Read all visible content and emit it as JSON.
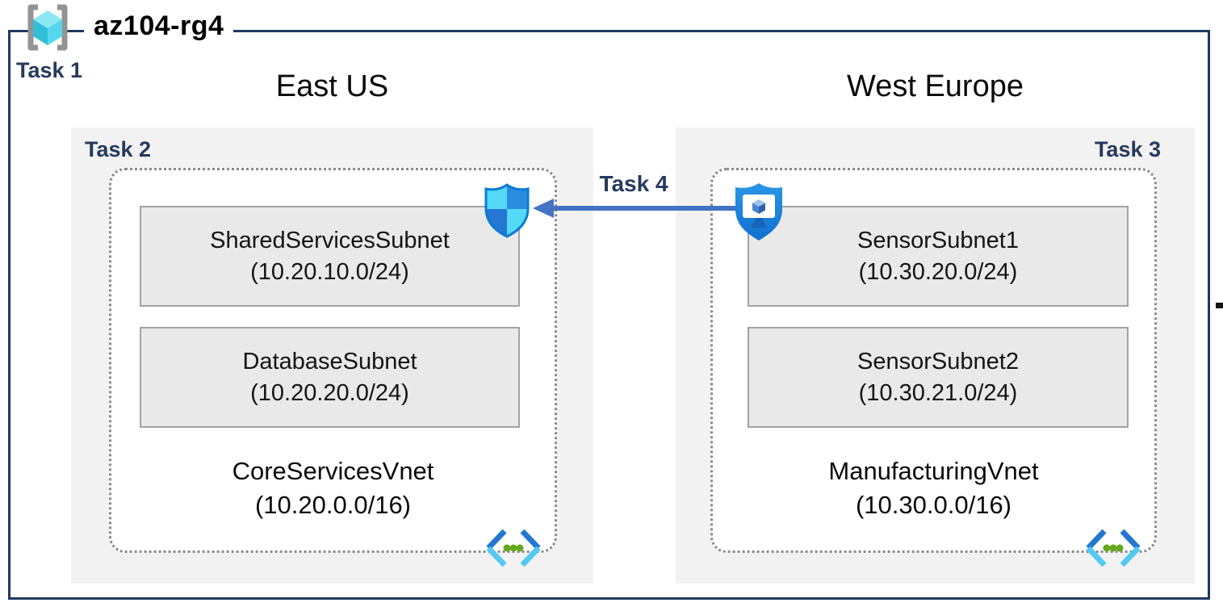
{
  "title": {
    "resource_group": "az104-rg4",
    "task_label": "Task 1"
  },
  "regions": [
    {
      "name": "East US",
      "task_label": "Task 2",
      "vnet": {
        "name": "CoreServicesVnet",
        "cidr": "(10.20.0.0/16)"
      },
      "subnets": [
        {
          "name": "SharedServicesSubnet",
          "cidr": "(10.20.10.0/24)"
        },
        {
          "name": "DatabaseSubnet",
          "cidr": "(10.20.20.0/24)"
        }
      ]
    },
    {
      "name": "West Europe",
      "task_label": "Task 3",
      "vnet": {
        "name": "ManufacturingVnet",
        "cidr": "(10.30.0.0/16)"
      },
      "subnets": [
        {
          "name": "SensorSubnet1",
          "cidr": "(10.30.20.0/24)"
        },
        {
          "name": "SensorSubnet2",
          "cidr": "(10.30.21.0/24)"
        }
      ]
    }
  ],
  "connection": {
    "label": "Task 4",
    "direction": "west-europe-to-east-us"
  },
  "icons": {
    "resource_group": "resource-group-icon",
    "network_security_group": "network-security-group-shield-icon",
    "application_security_group": "application-security-group-shield-icon",
    "virtual_network": "virtual-network-icon"
  },
  "colors": {
    "outer_border": "#1f3a5f",
    "task_label": "#243a5e",
    "region_fill": "#f2f2f2",
    "subnet_fill": "#e9e9e9",
    "subnet_border": "#a3a3a3",
    "vnet_dotted_border": "#8a8a8a",
    "arrow": "#4472c4",
    "icon_cyan": "#50e6ff",
    "icon_blue": "#2a8ce0",
    "icon_green": "#64a81e"
  }
}
